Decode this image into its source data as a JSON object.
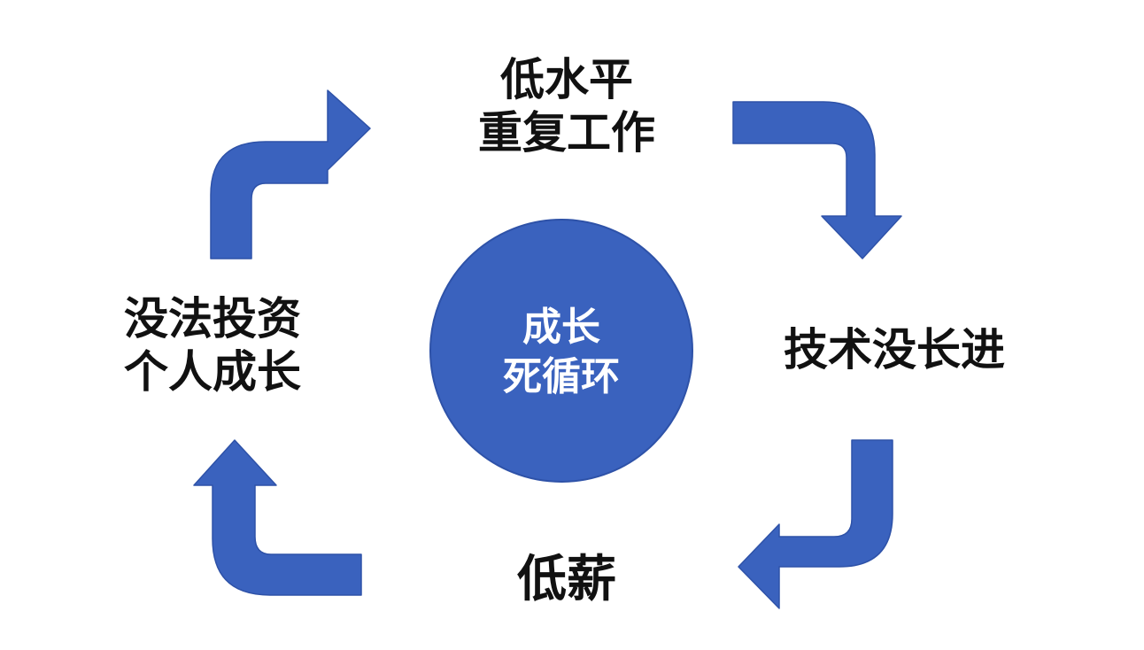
{
  "diagram": {
    "nodes": {
      "top": {
        "line1": "低水平",
        "line2": "重复工作"
      },
      "right": {
        "line1": "技术没长进"
      },
      "bottom": {
        "line1": "低薪"
      },
      "left": {
        "line1": "没法投资",
        "line2": "个人成长"
      }
    },
    "center": {
      "line1": "成长",
      "line2": "死循环"
    },
    "edges": [
      {
        "from": "top",
        "to": "right"
      },
      {
        "from": "right",
        "to": "bottom"
      },
      {
        "from": "bottom",
        "to": "left"
      },
      {
        "from": "left",
        "to": "top"
      }
    ],
    "colors": {
      "arrow": "#3A62BE",
      "arrow_stroke": "#2E52A8",
      "circle": "#3A62BE",
      "circle_stroke": "#2E52A8",
      "center_text": "#FFFFFF",
      "label_text": "#111111"
    }
  }
}
